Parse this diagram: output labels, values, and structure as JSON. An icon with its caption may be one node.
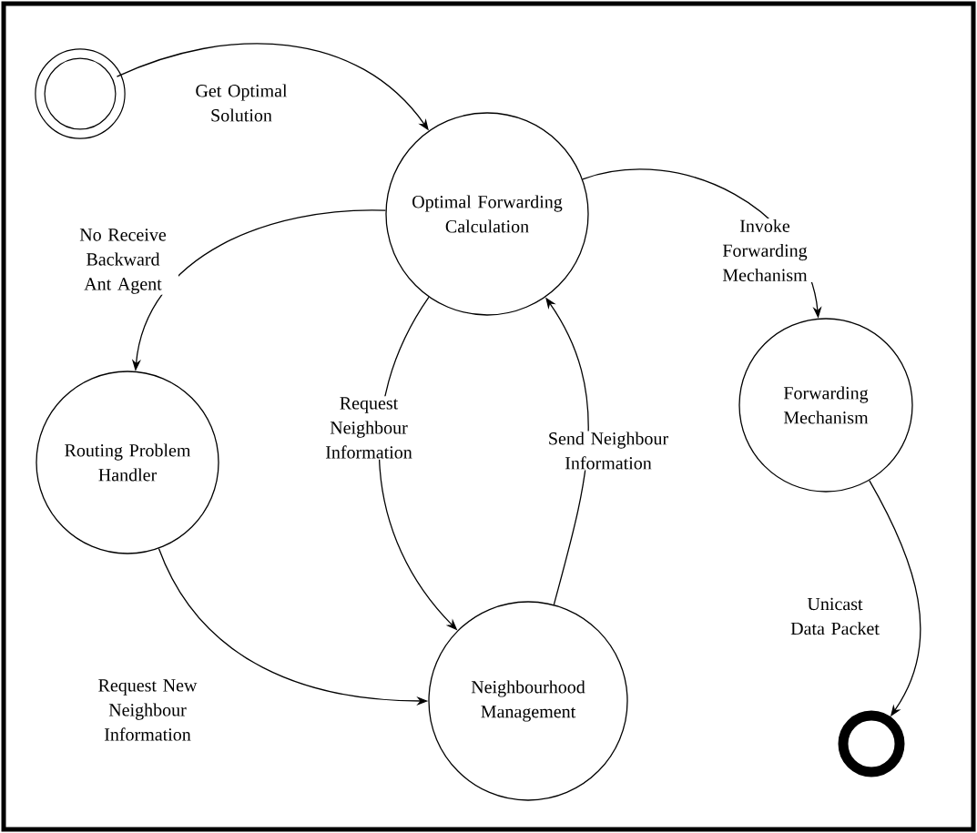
{
  "diagram": {
    "nodes": [
      {
        "text": [],
        "shape": "circle"
      },
      {
        "text": [
          "Optimal Forwarding Calculation"
        ]
      },
      {
        "text": [
          "Routing Problem Handler"
        ]
      },
      {
        "text": [
          "Neighbourhood Management"
        ]
      },
      {
        "text": [
          "Forwarding Mechanism"
        ]
      },
      {
        "text": [],
        "shape": "circle"
      }
    ],
    "edges": [
      {
        "from": 0,
        "to": 1,
        "arrow": "to",
        "label": "Get Optimal Solution"
      },
      {
        "from": 1,
        "to": 2,
        "arrow": "to",
        "label": "No Receive Backward Ant Agent"
      },
      {
        "from": 1,
        "to": 4,
        "arrow": "to",
        "label": "Invoke Forwarding Mechanism"
      },
      {
        "from": 1,
        "to": 3,
        "arrow": "to",
        "label": "Request Neighbour Information"
      },
      {
        "from": 3,
        "to": 1,
        "arrow": "to",
        "label": "Send Neighbour Information"
      },
      {
        "from": 2,
        "to": 3,
        "arrow": "to",
        "label": "Request New Neighbour Information"
      },
      {
        "from": 4,
        "to": 5,
        "arrow": "to",
        "label": "Unicast Data Packet"
      }
    ]
  }
}
